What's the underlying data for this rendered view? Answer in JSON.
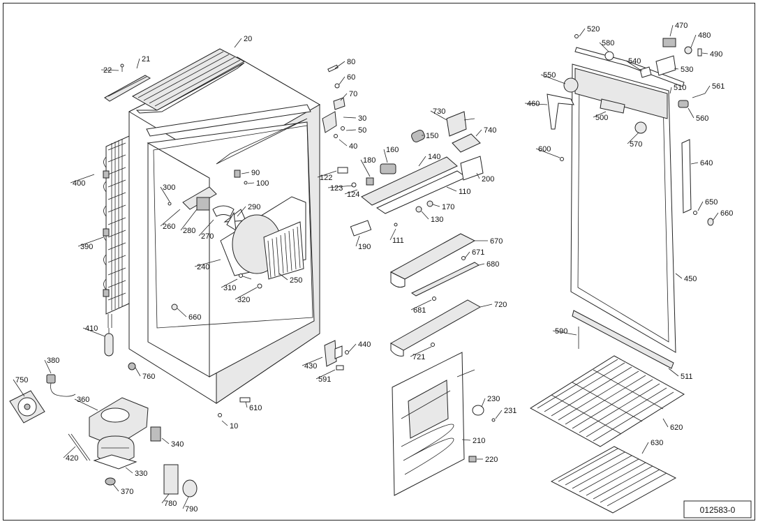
{
  "drawing_id": "012583-0",
  "callouts": [
    {
      "id": "20",
      "label": "20"
    },
    {
      "id": "21",
      "label": "21"
    },
    {
      "id": "22",
      "label": "22"
    },
    {
      "id": "10",
      "label": "10"
    },
    {
      "id": "30",
      "label": "30"
    },
    {
      "id": "40",
      "label": "40"
    },
    {
      "id": "50",
      "label": "50"
    },
    {
      "id": "60",
      "label": "60"
    },
    {
      "id": "70",
      "label": "70"
    },
    {
      "id": "80",
      "label": "80"
    },
    {
      "id": "90",
      "label": "90"
    },
    {
      "id": "100",
      "label": "100"
    },
    {
      "id": "110",
      "label": "110"
    },
    {
      "id": "111",
      "label": "111"
    },
    {
      "id": "122",
      "label": "122"
    },
    {
      "id": "123",
      "label": "123"
    },
    {
      "id": "124",
      "label": "124"
    },
    {
      "id": "130",
      "label": "130"
    },
    {
      "id": "140",
      "label": "140"
    },
    {
      "id": "150",
      "label": "150"
    },
    {
      "id": "160",
      "label": "160"
    },
    {
      "id": "170",
      "label": "170"
    },
    {
      "id": "180",
      "label": "180"
    },
    {
      "id": "190",
      "label": "190"
    },
    {
      "id": "200",
      "label": "200"
    },
    {
      "id": "210",
      "label": "210"
    },
    {
      "id": "220",
      "label": "220"
    },
    {
      "id": "230",
      "label": "230"
    },
    {
      "id": "231",
      "label": "231"
    },
    {
      "id": "240",
      "label": "240"
    },
    {
      "id": "250",
      "label": "250"
    },
    {
      "id": "260",
      "label": "260"
    },
    {
      "id": "270",
      "label": "270"
    },
    {
      "id": "280",
      "label": "280"
    },
    {
      "id": "290",
      "label": "290"
    },
    {
      "id": "300",
      "label": "300"
    },
    {
      "id": "310",
      "label": "310"
    },
    {
      "id": "320",
      "label": "320"
    },
    {
      "id": "330",
      "label": "330"
    },
    {
      "id": "340",
      "label": "340"
    },
    {
      "id": "360",
      "label": "360"
    },
    {
      "id": "370",
      "label": "370"
    },
    {
      "id": "380",
      "label": "380"
    },
    {
      "id": "390",
      "label": "390"
    },
    {
      "id": "400",
      "label": "400"
    },
    {
      "id": "410",
      "label": "410"
    },
    {
      "id": "420",
      "label": "420"
    },
    {
      "id": "430",
      "label": "430"
    },
    {
      "id": "440",
      "label": "440"
    },
    {
      "id": "450",
      "label": "450"
    },
    {
      "id": "460",
      "label": "460"
    },
    {
      "id": "470",
      "label": "470"
    },
    {
      "id": "480",
      "label": "480"
    },
    {
      "id": "490",
      "label": "490"
    },
    {
      "id": "500",
      "label": "500"
    },
    {
      "id": "510",
      "label": "510"
    },
    {
      "id": "511",
      "label": "511"
    },
    {
      "id": "520",
      "label": "520"
    },
    {
      "id": "530",
      "label": "530"
    },
    {
      "id": "540",
      "label": "540"
    },
    {
      "id": "550",
      "label": "550"
    },
    {
      "id": "560",
      "label": "560"
    },
    {
      "id": "561",
      "label": "561"
    },
    {
      "id": "570",
      "label": "570"
    },
    {
      "id": "580",
      "label": "580"
    },
    {
      "id": "590",
      "label": "590"
    },
    {
      "id": "591",
      "label": "591"
    },
    {
      "id": "600",
      "label": "600"
    },
    {
      "id": "610",
      "label": "610"
    },
    {
      "id": "620",
      "label": "620"
    },
    {
      "id": "630",
      "label": "630"
    },
    {
      "id": "640",
      "label": "640"
    },
    {
      "id": "650",
      "label": "650"
    },
    {
      "id": "660a",
      "label": "660"
    },
    {
      "id": "660b",
      "label": "660"
    },
    {
      "id": "670",
      "label": "670"
    },
    {
      "id": "671",
      "label": "671"
    },
    {
      "id": "680",
      "label": "680"
    },
    {
      "id": "681",
      "label": "681"
    },
    {
      "id": "720",
      "label": "720"
    },
    {
      "id": "721",
      "label": "721"
    },
    {
      "id": "730",
      "label": "730"
    },
    {
      "id": "740",
      "label": "740"
    },
    {
      "id": "750",
      "label": "750"
    },
    {
      "id": "760",
      "label": "760"
    },
    {
      "id": "780",
      "label": "780"
    },
    {
      "id": "790",
      "label": "790"
    }
  ]
}
